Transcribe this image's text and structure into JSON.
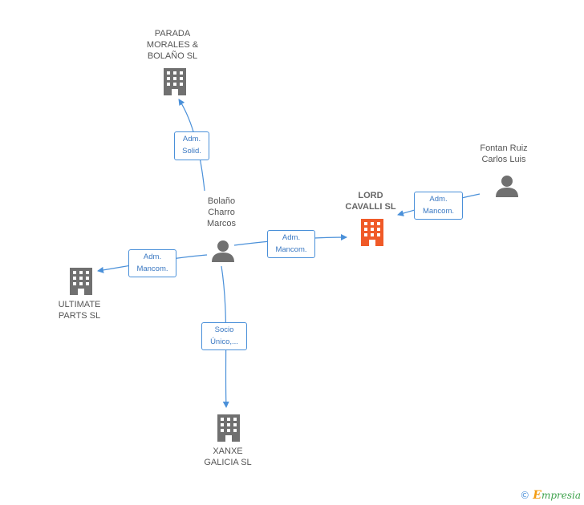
{
  "nodes": {
    "parada": {
      "label": "PARADA\nMORALES &\nBOLAÑO SL",
      "icon": "building-icon",
      "color": "#707070"
    },
    "lord": {
      "label": "LORD\nCAVALLI SL",
      "icon": "building-icon",
      "color": "#f05a28"
    },
    "fontan": {
      "label": "Fontan Ruiz\nCarlos Luis",
      "icon": "person-icon",
      "color": "#707070"
    },
    "bolano": {
      "label": "Bolaño\nCharro\nMarcos",
      "icon": "person-icon",
      "color": "#707070"
    },
    "ultimate": {
      "label": "ULTIMATE\nPARTS SL",
      "icon": "building-icon",
      "color": "#707070"
    },
    "xanxe": {
      "label": "XANXE\nGALICIA SL",
      "icon": "building-icon",
      "color": "#707070"
    }
  },
  "edges": {
    "bolano_parada": "Adm.\nSolid.",
    "bolano_lord": "Adm.\nMancom.",
    "fontan_lord": "Adm.\nMancom.",
    "bolano_ultimate": "Adm.\nMancom.",
    "bolano_xanxe": "Socio\nÚnico,..."
  },
  "colors": {
    "edge": "#4a90d9",
    "accent": "#f05a28"
  },
  "watermark": {
    "symbol": "©",
    "brand_initial": "E",
    "brand_rest": "mpresia"
  }
}
